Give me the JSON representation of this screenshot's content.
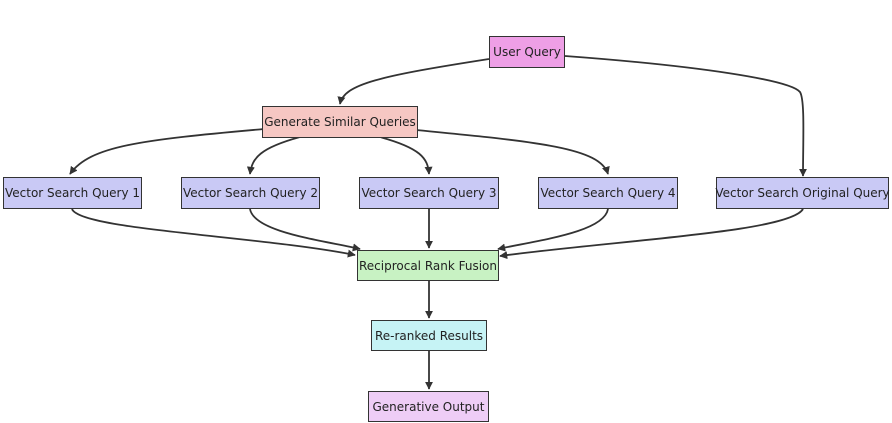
{
  "nodes": {
    "user_query": {
      "label": "User Query",
      "color": "#ee9fe6"
    },
    "generate_similar": {
      "label": "Generate Similar Queries",
      "color": "#f6c7c3"
    },
    "vs_query_1": {
      "label": "Vector Search Query 1",
      "color": "#c9c9f5"
    },
    "vs_query_2": {
      "label": "Vector Search Query 2",
      "color": "#c9c9f5"
    },
    "vs_query_3": {
      "label": "Vector Search Query 3",
      "color": "#c9c9f5"
    },
    "vs_query_4": {
      "label": "Vector Search Query 4",
      "color": "#c9c9f5"
    },
    "vs_original": {
      "label": "Vector Search Original Query",
      "color": "#c9c9f5"
    },
    "rrf": {
      "label": "Reciprocal Rank Fusion",
      "color": "#c8f2c3"
    },
    "reranked": {
      "label": "Re-ranked Results",
      "color": "#c6f3f5"
    },
    "generative_output": {
      "label": "Generative Output",
      "color": "#eecdf6"
    }
  },
  "edges": [
    {
      "from": "user_query",
      "to": "generate_similar"
    },
    {
      "from": "user_query",
      "to": "vs_original"
    },
    {
      "from": "generate_similar",
      "to": "vs_query_1"
    },
    {
      "from": "generate_similar",
      "to": "vs_query_2"
    },
    {
      "from": "generate_similar",
      "to": "vs_query_3"
    },
    {
      "from": "generate_similar",
      "to": "vs_query_4"
    },
    {
      "from": "vs_query_1",
      "to": "rrf"
    },
    {
      "from": "vs_query_2",
      "to": "rrf"
    },
    {
      "from": "vs_query_3",
      "to": "rrf"
    },
    {
      "from": "vs_query_4",
      "to": "rrf"
    },
    {
      "from": "vs_original",
      "to": "rrf"
    },
    {
      "from": "rrf",
      "to": "reranked"
    },
    {
      "from": "reranked",
      "to": "generative_output"
    }
  ]
}
